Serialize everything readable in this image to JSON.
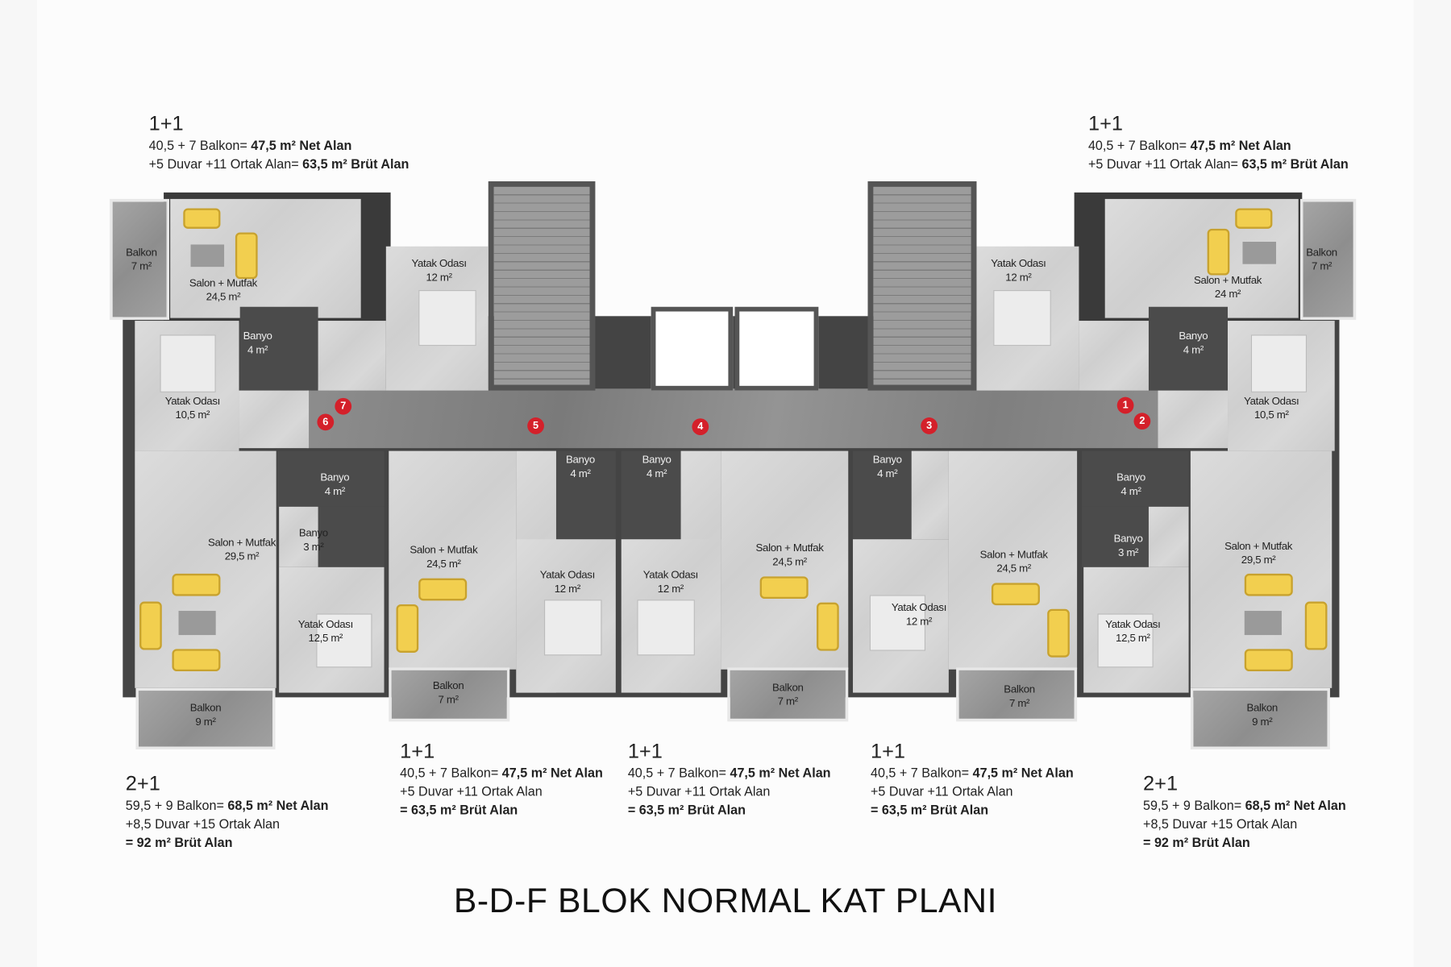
{
  "title": "B-D-F BLOK NORMAL KAT PLANI",
  "colors": {
    "marker": "#d4202a",
    "furniture": "#f2cf4f",
    "corridor": "#858585"
  },
  "rooms": [
    {
      "name": "Balkon",
      "area": "7 m²"
    },
    {
      "name": "Salon + Mutfak",
      "area": "24,5 m²"
    },
    {
      "name": "Yatak Odası",
      "area": "12 m²"
    },
    {
      "name": "Banyo",
      "area": "4 m²"
    },
    {
      "name": "Yatak Odası",
      "area": "10,5 m²"
    },
    {
      "name": "Yatak Odası",
      "area": "12 m²"
    },
    {
      "name": "Salon + Mutfak",
      "area": "24 m²"
    },
    {
      "name": "Balkon",
      "area": "7 m²"
    },
    {
      "name": "Banyo",
      "area": "4 m²"
    },
    {
      "name": "Yatak Odası",
      "area": "10,5 m²"
    },
    {
      "name": "Salon + Mutfak",
      "area": "29,5 m²"
    },
    {
      "name": "Balkon",
      "area": "9 m²"
    },
    {
      "name": "Banyo",
      "area": "4 m²"
    },
    {
      "name": "Banyo",
      "area": "3 m²"
    },
    {
      "name": "Yatak Odası",
      "area": "12,5 m²"
    },
    {
      "name": "Salon + Mutfak",
      "area": "24,5 m²"
    },
    {
      "name": "Balkon",
      "area": "7 m²"
    },
    {
      "name": "Banyo",
      "area": "4 m²"
    },
    {
      "name": "Yatak Odası",
      "area": "12 m²"
    },
    {
      "name": "Banyo",
      "area": "4 m²"
    },
    {
      "name": "Yatak Odası",
      "area": "12 m²"
    },
    {
      "name": "Salon + Mutfak",
      "area": "24,5 m²"
    },
    {
      "name": "Balkon",
      "area": "7 m²"
    },
    {
      "name": "Banyo",
      "area": "4 m²"
    },
    {
      "name": "Yatak Odası",
      "area": "12 m²"
    },
    {
      "name": "Salon + Mutfak",
      "area": "24,5 m²"
    },
    {
      "name": "Balkon",
      "area": "7 m²"
    },
    {
      "name": "Banyo",
      "area": "4 m²"
    },
    {
      "name": "Banyo",
      "area": "3 m²"
    },
    {
      "name": "Yatak Odası",
      "area": "12,5 m²"
    },
    {
      "name": "Salon + Mutfak",
      "area": "29,5 m²"
    },
    {
      "name": "Balkon",
      "area": "9 m²"
    }
  ],
  "markers": [
    "1",
    "2",
    "3",
    "4",
    "5",
    "6",
    "7"
  ],
  "units": {
    "top_left": {
      "type": "1+1",
      "line1": "40,5 + 7 Balkon= ",
      "net": "47,5 m² Net Alan",
      "line2": "+5 Duvar +11 Ortak Alan= ",
      "gross": "63,5 m² Brüt Alan"
    },
    "top_right": {
      "type": "1+1",
      "line1": "40,5 + 7 Balkon= ",
      "net": "47,5 m² Net Alan",
      "line2": "+5 Duvar +11 Ortak Alan= ",
      "gross": "63,5 m² Brüt Alan"
    },
    "bottom_left": {
      "type": "2+1",
      "line1": "59,5 + 9 Balkon= ",
      "net": "68,5 m² Net Alan",
      "line2": "+8,5 Duvar +15 Ortak Alan",
      "gross": "= 92 m² Brüt Alan"
    },
    "bottom_a": {
      "type": "1+1",
      "line1": "40,5 + 7 Balkon= ",
      "net": "47,5 m² Net Alan",
      "line2": "+5 Duvar +11 Ortak Alan",
      "gross": "= 63,5 m² Brüt Alan"
    },
    "bottom_b": {
      "type": "1+1",
      "line1": "40,5 + 7 Balkon= ",
      "net": "47,5 m² Net Alan",
      "line2": "+5 Duvar +11 Ortak Alan",
      "gross": "= 63,5 m² Brüt Alan"
    },
    "bottom_c": {
      "type": "1+1",
      "line1": "40,5 + 7 Balkon= ",
      "net": "47,5 m² Net Alan",
      "line2": "+5 Duvar +11 Ortak Alan",
      "gross": "= 63,5 m² Brüt Alan"
    },
    "bottom_right": {
      "type": "2+1",
      "line1": "59,5 + 9 Balkon= ",
      "net": "68,5 m² Net Alan",
      "line2": "+8,5 Duvar +15 Ortak Alan",
      "gross": "= 92 m² Brüt Alan"
    }
  }
}
